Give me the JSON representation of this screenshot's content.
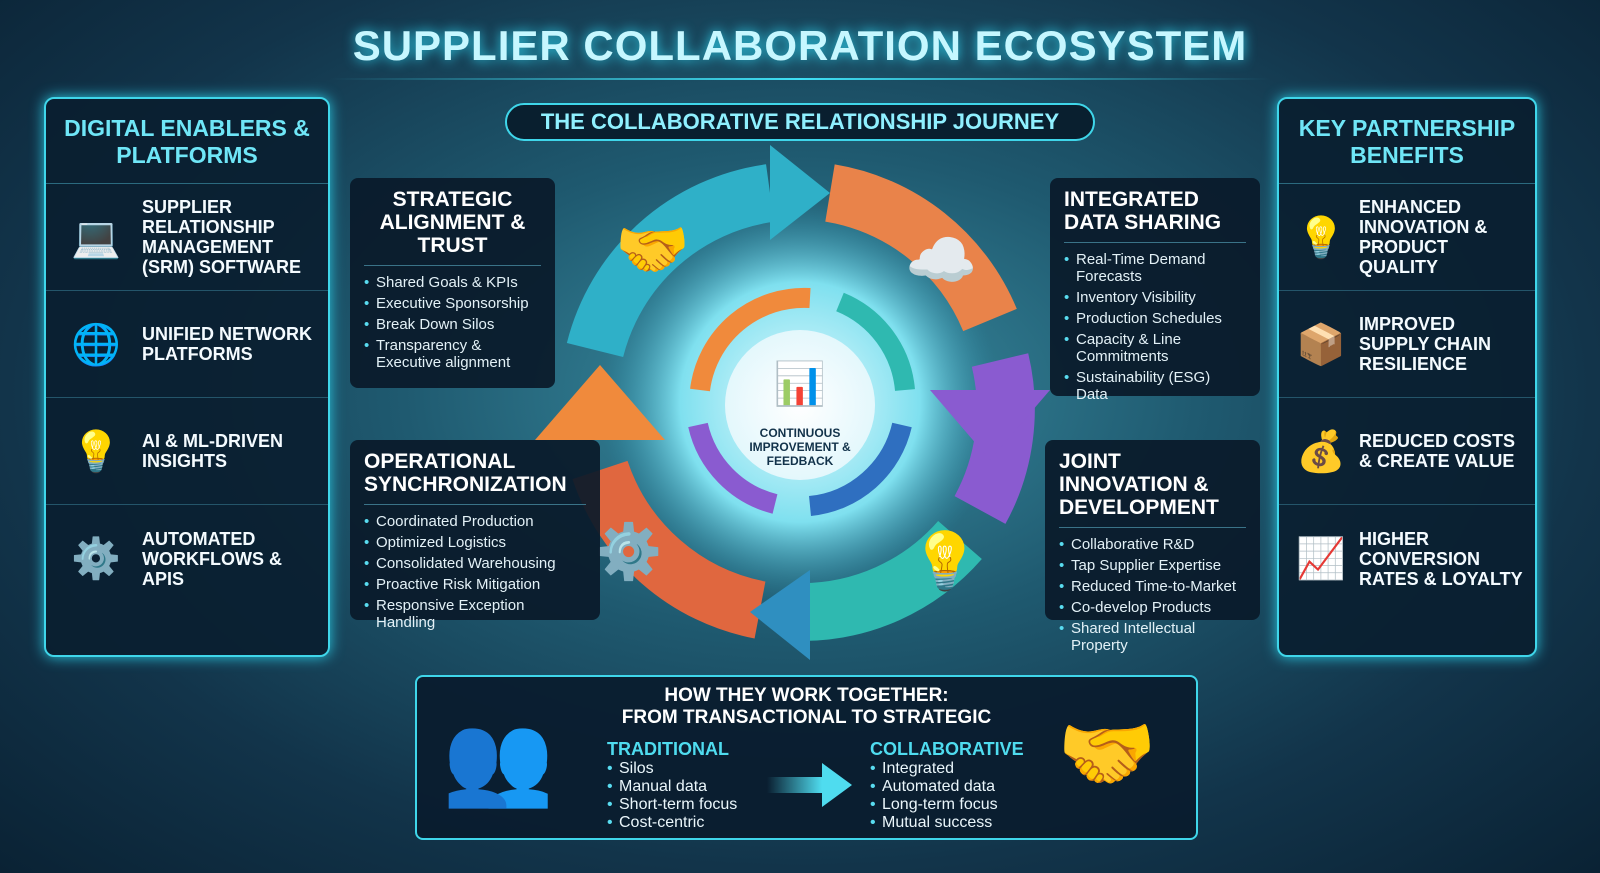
{
  "title": "SUPPLIER COLLABORATION ECOSYSTEM",
  "left_panel": {
    "title": "DIGITAL ENABLERS & PLATFORMS",
    "items": [
      {
        "label": "SUPPLIER RELATIONSHIP MANAGEMENT (SRM) SOFTWARE",
        "icon": "laptop-icon"
      },
      {
        "label": "UNIFIED NETWORK PLATFORMS",
        "icon": "network-globe-icon"
      },
      {
        "label": "AI & ML-DRIVEN INSIGHTS",
        "icon": "ai-lightbulb-icon"
      },
      {
        "label": "AUTOMATED WORKFLOWS & APIS",
        "icon": "gear-icon"
      }
    ]
  },
  "right_panel": {
    "title": "KEY PARTNERSHIP BENEFITS",
    "items": [
      {
        "label": "ENHANCED INNOVATION & PRODUCT QUALITY",
        "icon": "lightbulb-icon"
      },
      {
        "label": "IMPROVED SUPPLY CHAIN RESILIENCE",
        "icon": "boxes-icon"
      },
      {
        "label": "REDUCED COSTS & CREATE VALUE",
        "icon": "money-bag-icon"
      },
      {
        "label": "HIGHER CONVERSION RATES & LOYALTY",
        "icon": "growth-chart-icon"
      }
    ]
  },
  "journey": {
    "title": "THE COLLABORATIVE RELATIONSHIP JOURNEY",
    "center": "CONTINUOUS IMPROVEMENT & FEEDBACK",
    "stages": [
      {
        "title": "STRATEGIC ALIGNMENT & TRUST",
        "items": [
          "Shared Goals & KPIs",
          "Executive Sponsorship",
          "Break Down Silos",
          "Transparency & Executive alignment"
        ]
      },
      {
        "title": "INTEGRATED DATA SHARING",
        "items": [
          "Real-Time Demand Forecasts",
          "Inventory Visibility",
          "Production Schedules",
          "Capacity & Line Commitments",
          "Sustainability (ESG) Data"
        ]
      },
      {
        "title": "OPERATIONAL SYNCHRONIZATION",
        "items": [
          "Coordinated Production",
          "Optimized Logistics",
          "Consolidated Warehousing",
          "Proactive Risk Mitigation",
          "Responsive Exception Handling"
        ]
      },
      {
        "title": "JOINT INNOVATION & DEVELOPMENT",
        "items": [
          "Collaborative R&D",
          "Tap Supplier Expertise",
          "Reduced Time-to-Market",
          "Co-develop Products",
          "Shared Intellectual Property"
        ]
      }
    ]
  },
  "bottom": {
    "title_line1": "HOW THEY WORK TOGETHER:",
    "title_line2": "FROM TRANSACTIONAL TO STRATEGIC",
    "traditional": {
      "title": "TRADITIONAL",
      "items": [
        "Silos",
        "Manual data",
        "Short-term focus",
        "Cost-centric"
      ]
    },
    "collaborative": {
      "title": "COLLABORATIVE",
      "items": [
        "Integrated",
        "Automated data",
        "Long-term focus",
        "Mutual success"
      ]
    }
  },
  "colors": {
    "accent": "#3fd6ea",
    "orange": "#f08a3c",
    "purple": "#8a5bd0",
    "teal": "#2fb9b0",
    "blue": "#2f6fc0"
  }
}
